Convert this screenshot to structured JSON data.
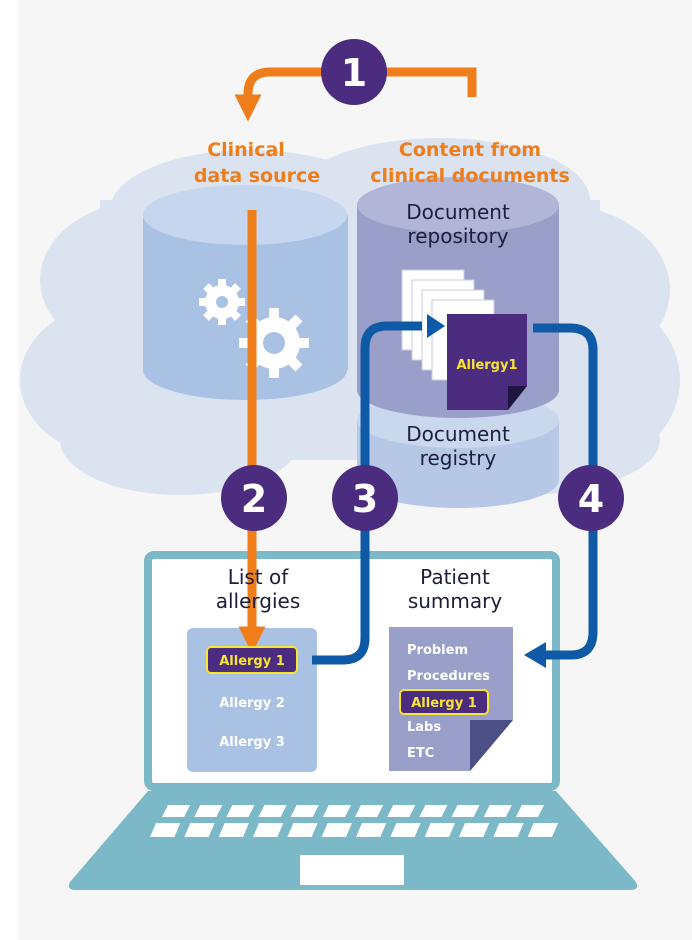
{
  "colors": {
    "orange": "#ee7d1a",
    "blue": "#0e5aa7",
    "purple": "#4b2c7e",
    "yellow": "#f7e62f",
    "teal": "#7bb9c8",
    "cloud": "#dbe3f1",
    "db_blue": "#a9c2e3",
    "db_purple": "#9a9fc9"
  },
  "labels": {
    "clinical_source": [
      "Clinical",
      "data source"
    ],
    "content_from": [
      "Content from",
      "clinical documents"
    ],
    "doc_repository": [
      "Document",
      "repository"
    ],
    "doc_registry": [
      "Document",
      "registry"
    ],
    "list_of_allergies": [
      "List of",
      "allergies"
    ],
    "patient_summary": [
      "Patient",
      "summary"
    ]
  },
  "document_tag": "Allergy1",
  "steps": [
    "1",
    "2",
    "3",
    "4"
  ],
  "allergy_list": [
    "Allergy 1",
    "Allergy 2",
    "Allergy 3"
  ],
  "summary_items": [
    "Problem",
    "Procedures",
    "Allergy 1",
    "Labs",
    "ETC"
  ],
  "icons": [
    "gear-icon",
    "document-stack-icon",
    "laptop-icon"
  ]
}
